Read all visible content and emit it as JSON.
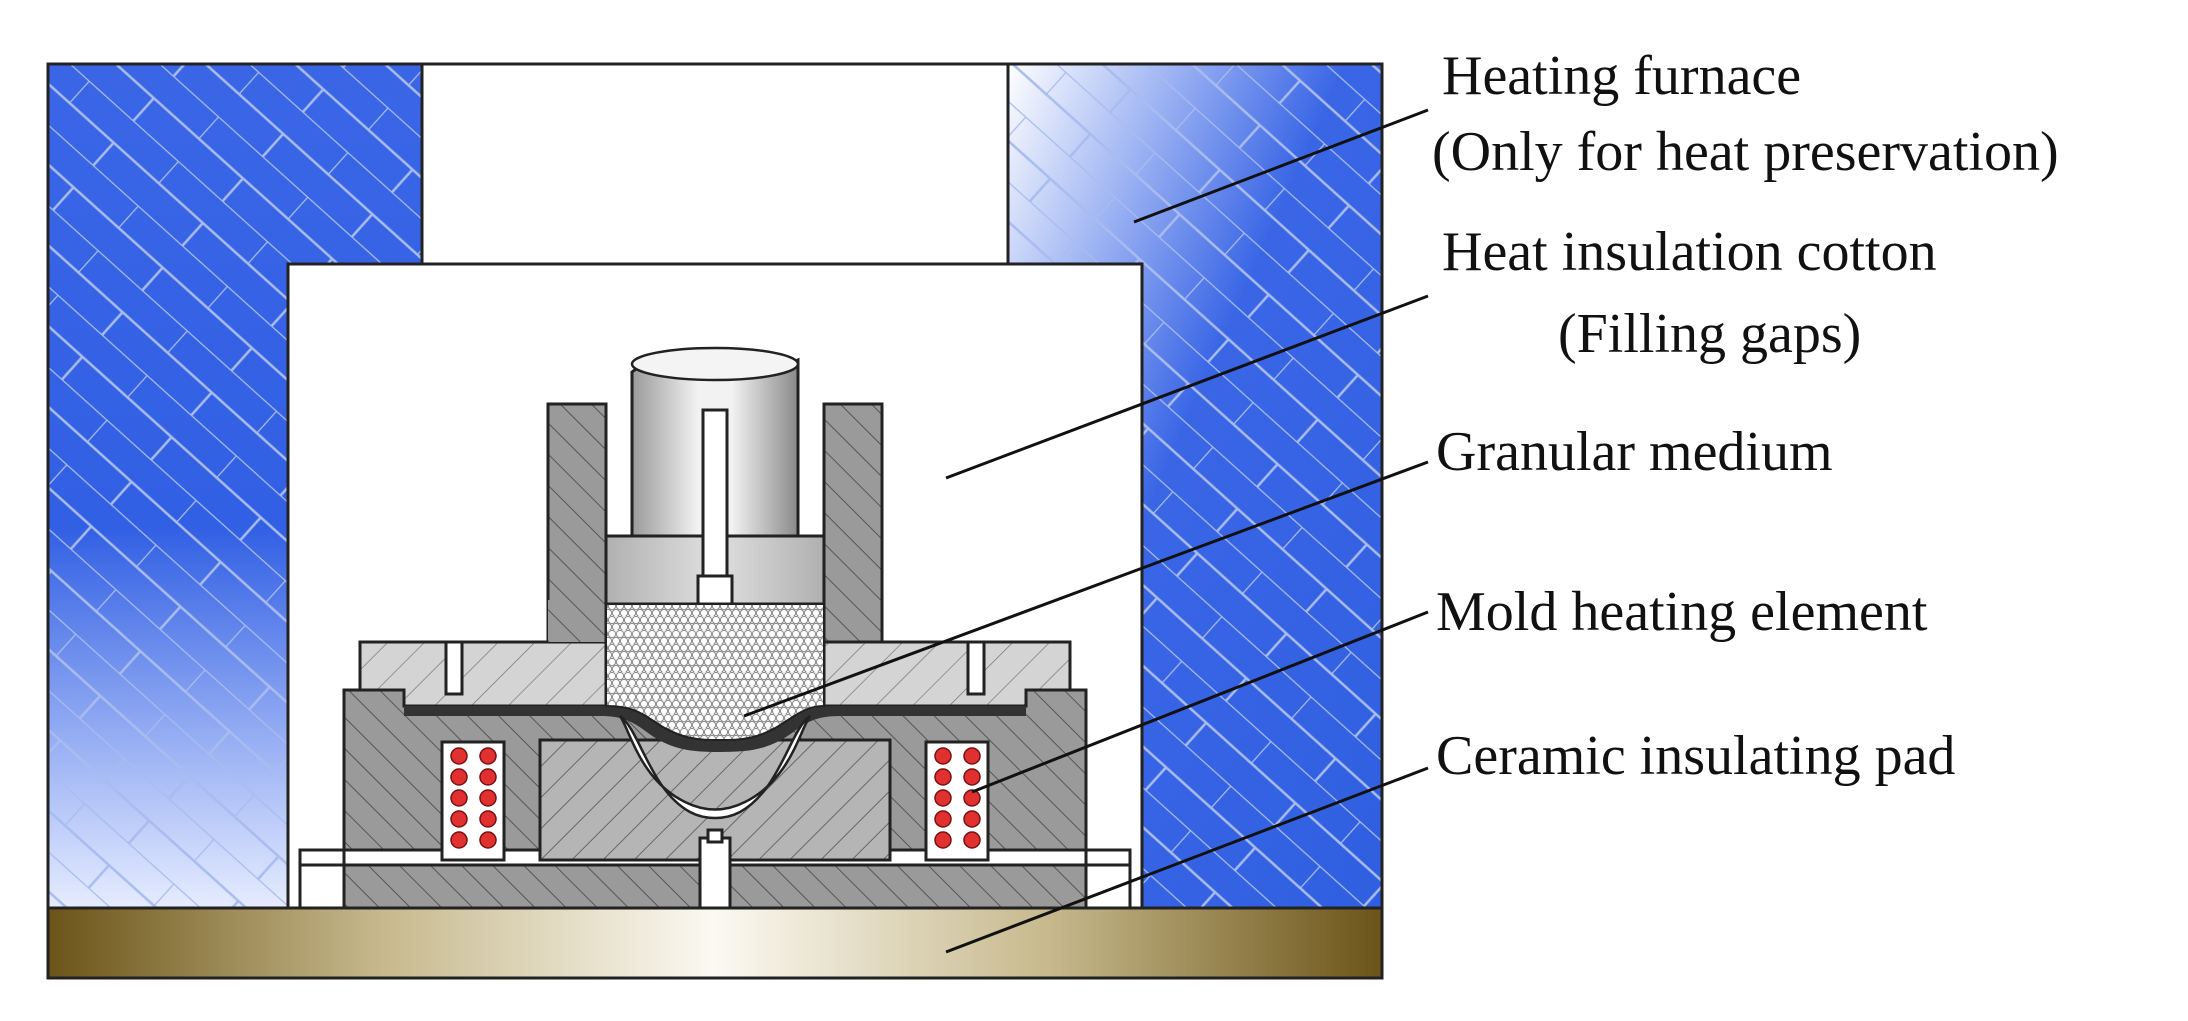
{
  "labels": {
    "heating_furnace": "Heating furnace",
    "heating_furnace_note": "(Only for heat preservation)",
    "insulation_cotton": "Heat insulation cotton",
    "insulation_cotton_note": "(Filling gaps)",
    "granular_medium": "Granular medium",
    "mold_heating_element": "Mold heating element",
    "ceramic_pad": "Ceramic insulating pad"
  },
  "colors": {
    "furnace_blue": "#2f5fe0",
    "furnace_light": "#dfe8ff",
    "pad_dark": "#6b5418",
    "pad_light": "#faf7ee",
    "metal": "#b8b8b8",
    "heater_red": "#e03030"
  }
}
